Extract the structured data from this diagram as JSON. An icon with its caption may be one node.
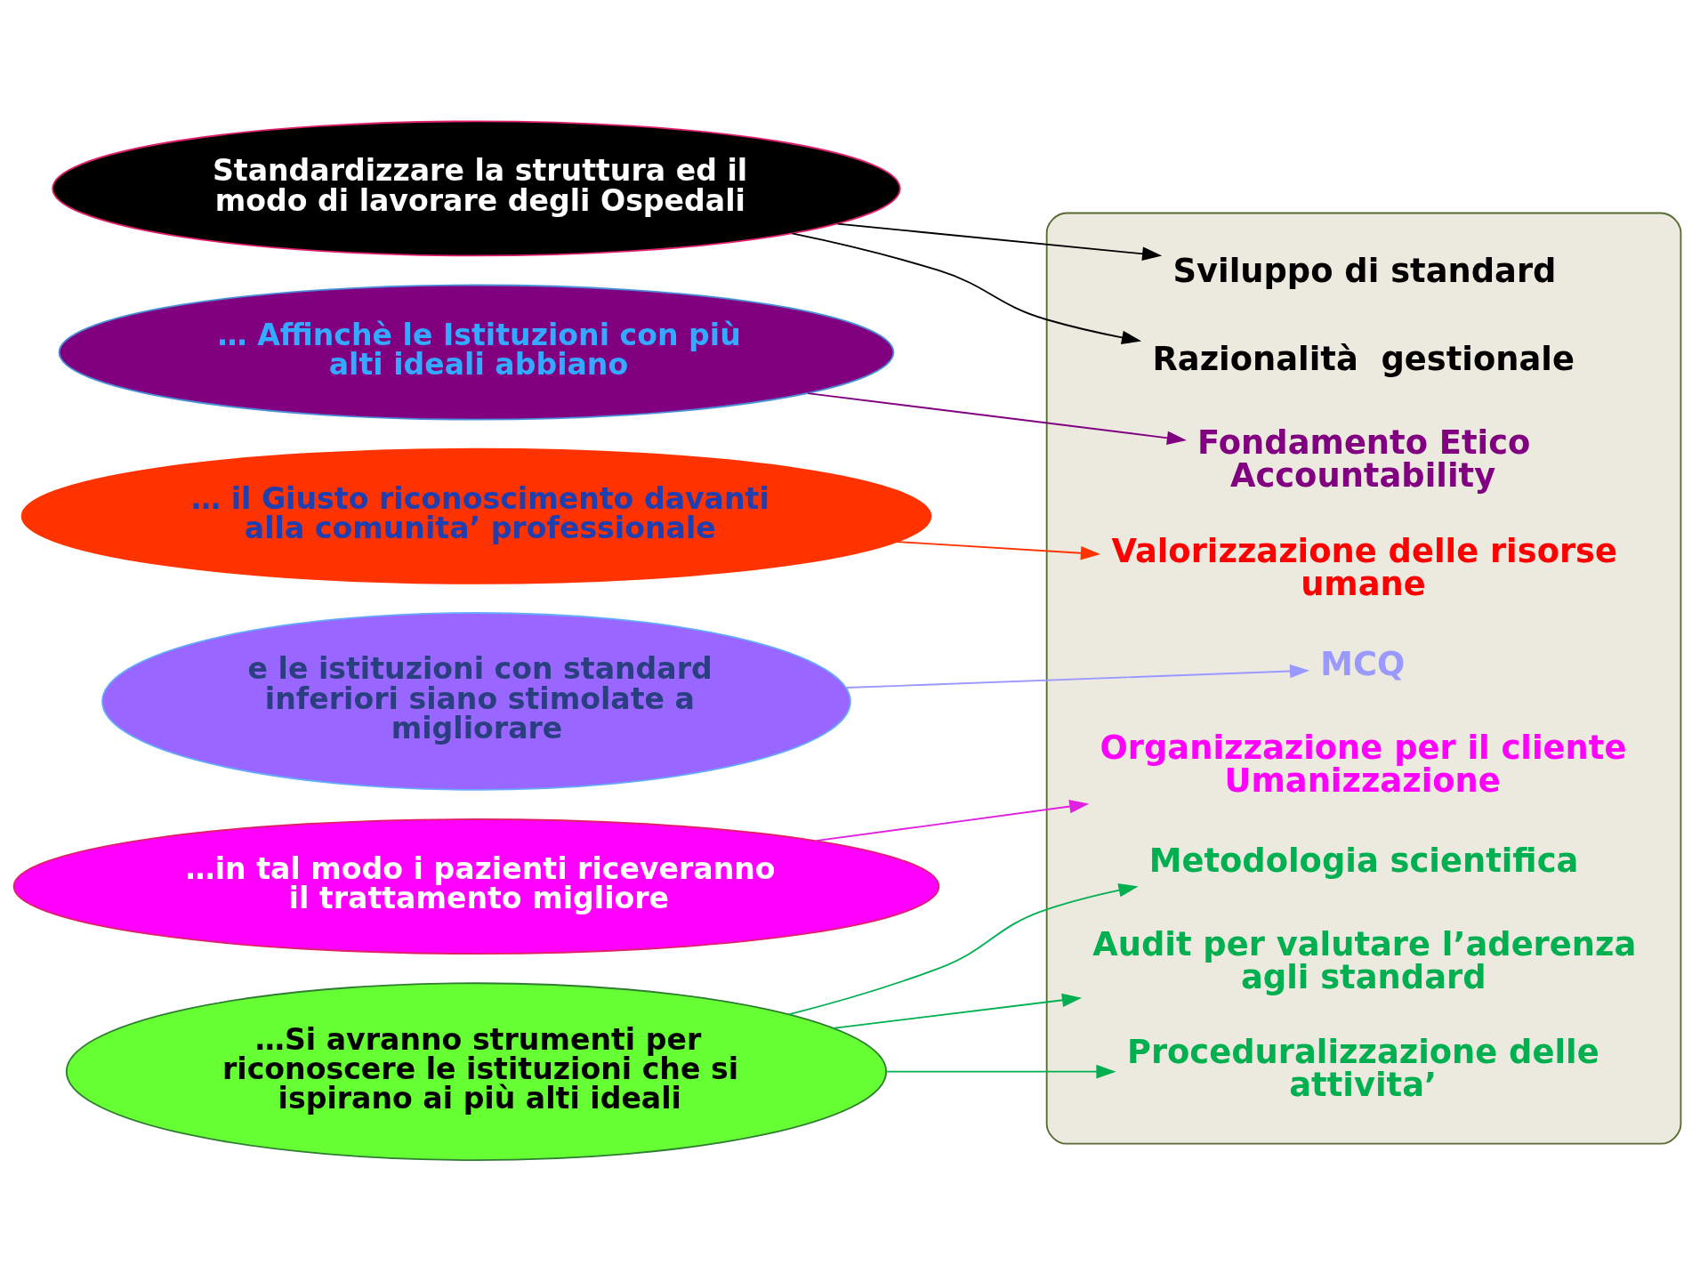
{
  "diagram": {
    "nodes": [
      {
        "text": [
          "Standardizzare la struttura ed il modo di lavorare degli Ospedali"
        ]
      },
      {
        "text": [
          "… Affinchè le Istituzioni con più alti ideali abbiano"
        ]
      },
      {
        "text": [
          "… il Giusto riconoscimento davanti alla comunita’ professionale"
        ]
      },
      {
        "text": [
          "e le istituzioni con standard inferiori siano stimolate a migliorare"
        ]
      },
      {
        "text": [
          "…in tal modo i pazienti riceveranno il trattamento migliore"
        ]
      },
      {
        "text": [
          "…Si avranno strumenti per riconoscere le istituzioni che si ispirano ai più alti ideali"
        ]
      },
      {
        "text": [],
        "shape": "ellipse"
      },
      {
        "text": [
          "Sviluppo di standard"
        ],
        "in": 6
      },
      {
        "text": [
          "Razionalità  gestionale"
        ],
        "in": 6
      },
      {
        "text": [
          "Fondamento Etico",
          "Accountability"
        ],
        "in": 6
      },
      {
        "text": [
          "Valorizzazione delle risorse umane"
        ],
        "in": 6
      },
      {
        "text": [
          "MCQ"
        ],
        "in": 6
      },
      {
        "text": [
          "Organizzazione per il cliente",
          "Umanizzazione"
        ],
        "in": 6
      },
      {
        "text": [
          "Metodologia scientifica"
        ],
        "in": 6
      },
      {
        "text": [
          "Audit per valutare l’aderenza agli standard"
        ],
        "in": 6
      },
      {
        "text": [
          "Proceduralizzazione delle attivita’"
        ],
        "in": 6
      }
    ],
    "edges": [
      {
        "from": 0,
        "to": 7,
        "arrow": "to",
        "color": "#000000"
      },
      {
        "from": 0,
        "to": 8,
        "arrow": "to",
        "color": "#000000"
      },
      {
        "from": 1,
        "to": 9,
        "arrow": "to",
        "color": "#800080"
      },
      {
        "from": 2,
        "to": 10,
        "arrow": "to",
        "color": "#ff3300"
      },
      {
        "from": 3,
        "to": 11,
        "arrow": "to",
        "color": "#9999ff"
      },
      {
        "from": 4,
        "to": 12,
        "arrow": "to",
        "color": "#e020e0"
      },
      {
        "from": 5,
        "to": 13,
        "arrow": "to",
        "color": "#00b050"
      },
      {
        "from": 5,
        "to": 14,
        "arrow": "to",
        "color": "#00b050"
      },
      {
        "from": 5,
        "to": 15,
        "arrow": "to",
        "color": "#00b050"
      }
    ]
  }
}
